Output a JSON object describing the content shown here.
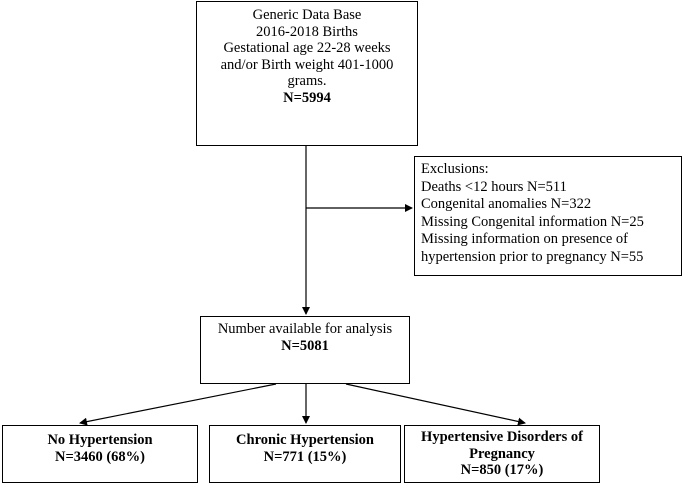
{
  "top_box": {
    "lines": [
      "Generic Data Base",
      "2016-2018 Births",
      "Gestational age 22-28 weeks",
      "and/or Birth weight 401-1000",
      "grams."
    ],
    "n": "N=5994"
  },
  "exclusions": {
    "lines": [
      "Exclusions:",
      "Deaths <12 hours N=511",
      "Congenital anomalies N=322",
      "Missing Congenital information N=25",
      "Missing information on presence of",
      "hypertension prior to pregnancy N=55"
    ]
  },
  "available": {
    "label": "Number available for analysis",
    "n": "N=5081"
  },
  "outcomes": [
    {
      "lines": [
        "No Hypertension",
        "N=3460 (68%)"
      ]
    },
    {
      "lines": [
        "Chronic Hypertension",
        "N=771 (15%)"
      ]
    },
    {
      "lines": [
        "Hypertensive Disorders of",
        "Pregnancy",
        "N=850 (17%)"
      ]
    }
  ]
}
